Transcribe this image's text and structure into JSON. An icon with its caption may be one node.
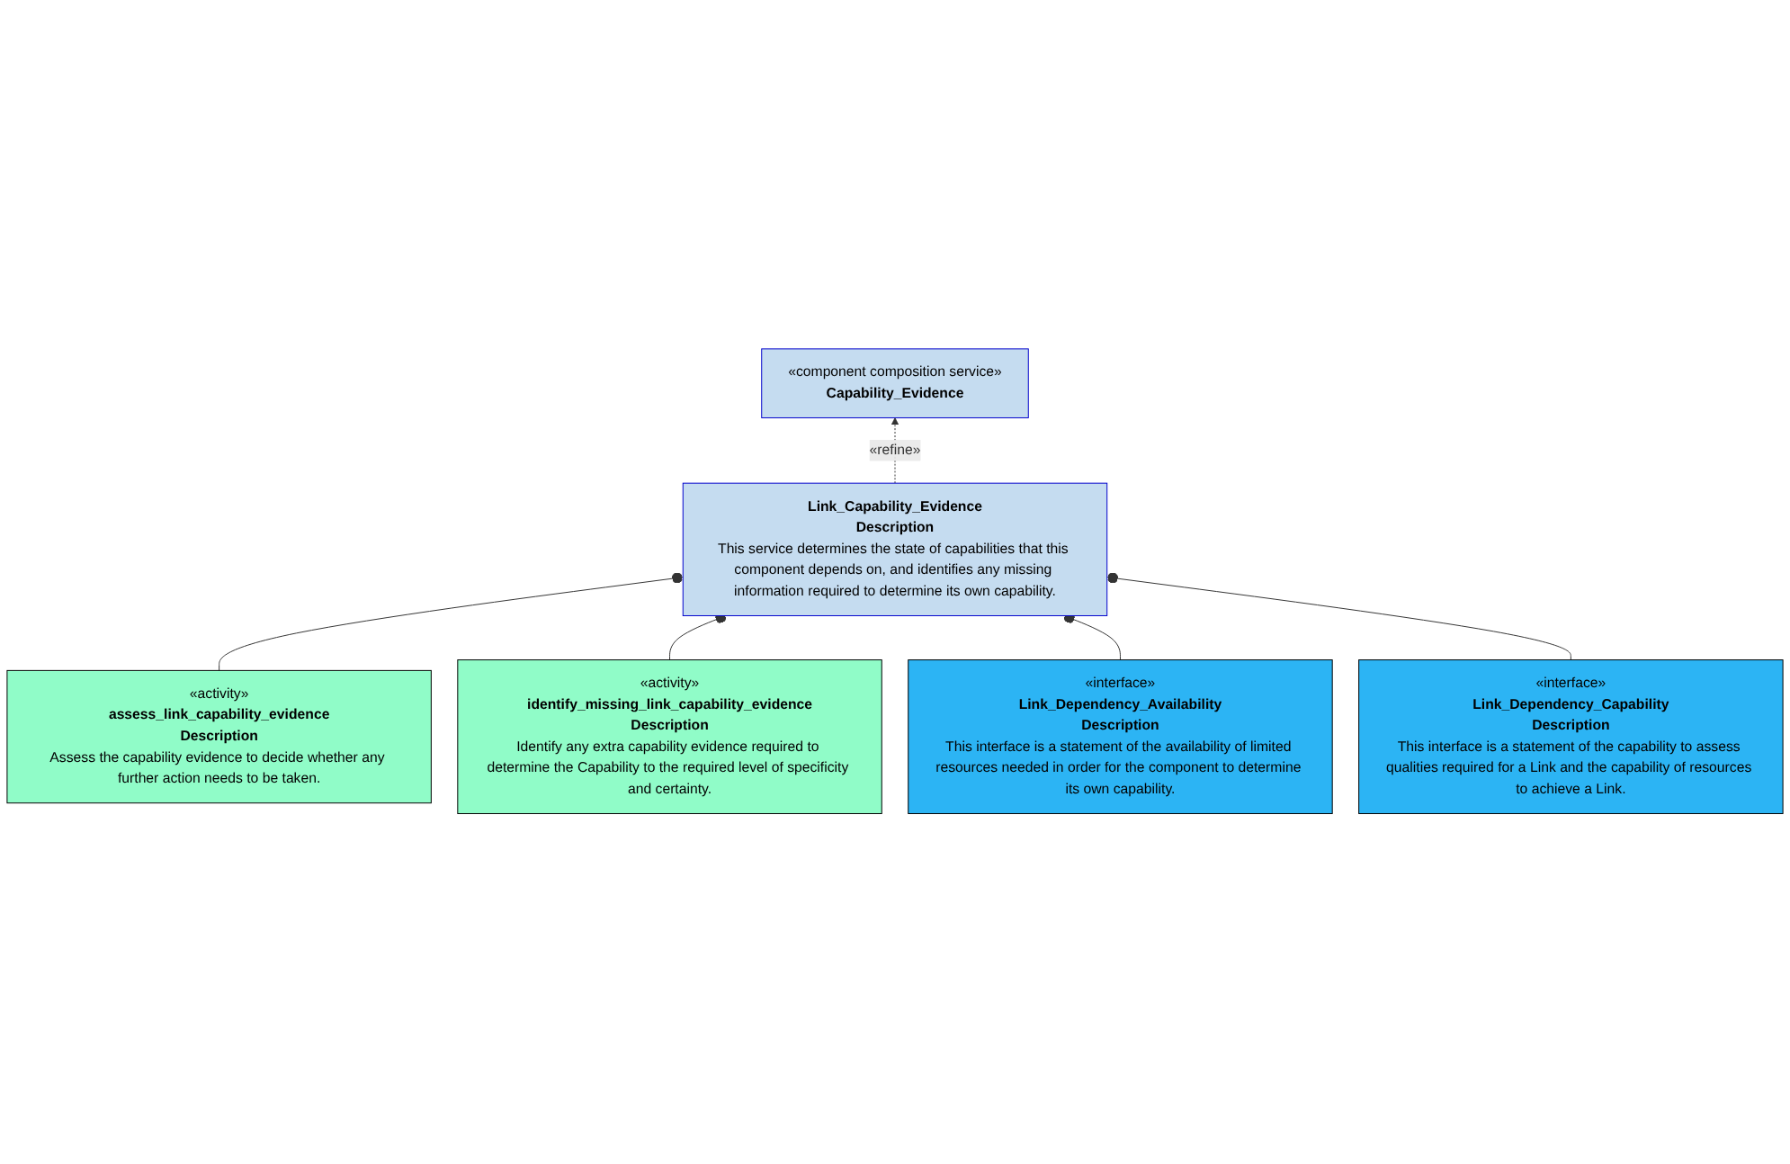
{
  "diagram": {
    "nodes": [
      {
        "text": [
          "«component composition service»",
          "Capability_Evidence"
        ]
      },
      {
        "text": [
          "Link_Capability_Evidence",
          "Description",
          "This service determines the state of capabilities that this component depends on, and identifies any missing information required to determine its own capability."
        ]
      },
      {
        "text": [
          "«activity»",
          "assess_link_capability_evidence",
          "Description",
          "Assess the capability evidence to decide whether any further action needs to be taken."
        ]
      },
      {
        "text": [
          "«activity»",
          "identify_missing_link_capability_evidence",
          "Description",
          "Identify any extra capability evidence required to determine the Capability to the required level of specificity and certainty."
        ]
      },
      {
        "text": [
          "«interface»",
          "Link_Dependency_Availability",
          "Description",
          "This interface is a statement of the availability of limited resources needed in order for the component to determine its own capability."
        ]
      },
      {
        "text": [
          "«interface»",
          "Link_Dependency_Capability",
          "Description",
          "This interface is a statement of the capability to assess qualities required for a Link and the capability of resources to achieve a Link."
        ]
      }
    ],
    "edges": [
      {
        "from": 1,
        "to": 0,
        "arrow": "to",
        "label": "«refine»",
        "style": "dashed"
      },
      {
        "from": 2,
        "to": 1,
        "arrow": "other"
      },
      {
        "from": 3,
        "to": 1,
        "arrow": "other"
      },
      {
        "from": 4,
        "to": 1,
        "arrow": "other"
      },
      {
        "from": 5,
        "to": 1,
        "arrow": "other"
      }
    ]
  }
}
